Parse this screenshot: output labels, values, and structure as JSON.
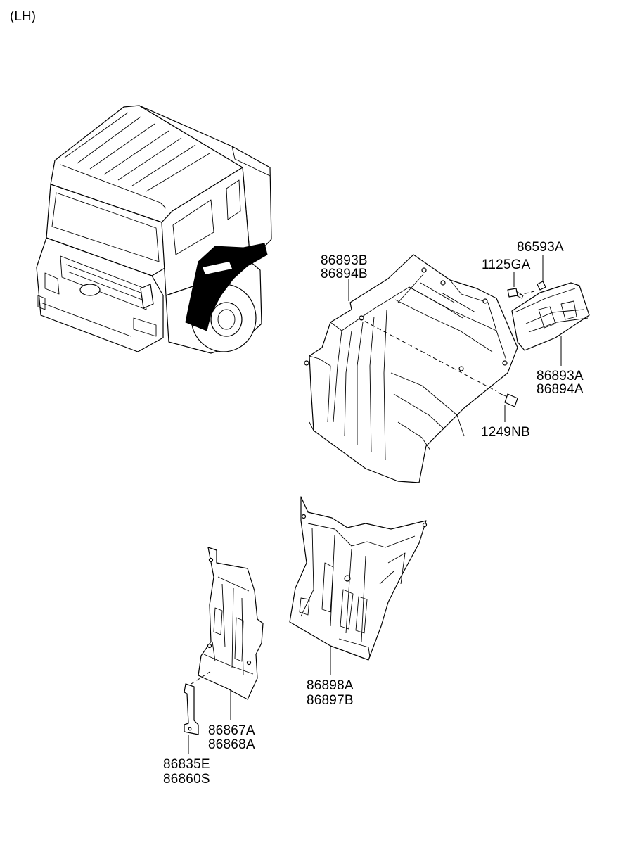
{
  "title": "(LH)",
  "parts": {
    "inner_panel_upper": {
      "codes": [
        "86893B",
        "86894B"
      ]
    },
    "screw": {
      "code": "1125GA"
    },
    "clip": {
      "code": "86593A"
    },
    "bracket_upper": {
      "codes": [
        "86893A",
        "86894A"
      ]
    },
    "bolt": {
      "code": "1249NB"
    },
    "inner_panel_lower": {
      "codes": [
        "86898A",
        "86897B"
      ]
    },
    "plate_lower": {
      "codes": [
        "86867A",
        "86868A"
      ]
    },
    "bracket_small": {
      "codes": [
        "86835E",
        "86860S"
      ]
    }
  }
}
